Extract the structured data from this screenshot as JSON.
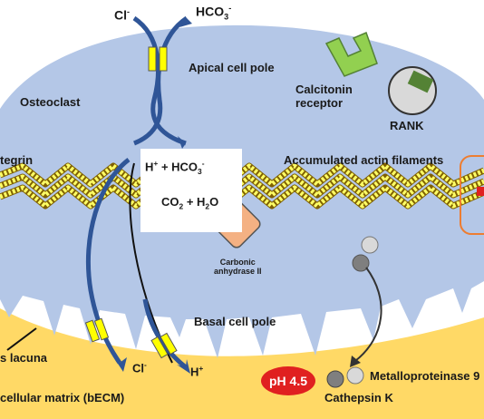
{
  "labels": {
    "cl_top": "Cl",
    "cl_top_sup": "-",
    "hco3_top": "HCO",
    "hco3_top_sub": "3",
    "hco3_top_sup": "-",
    "apical": "Apical cell pole",
    "osteoclast": "Osteoclast",
    "calcitonin_line1": "Calcitonin",
    "calcitonin_line2": "receptor",
    "rank": "RANK",
    "integrin": "tegrin",
    "actin": "Accumulated actin filaments",
    "h_hco3_h": "H",
    "h_hco3_sup1": "+",
    "h_hco3_mid": " + HCO",
    "h_hco3_sub": "3",
    "h_hco3_sup2": "-",
    "co2_co": "CO",
    "co2_sub1": "2",
    "co2_mid": " + H",
    "co2_sub2": "2",
    "co2_end": "O",
    "carbonic_line1": "Carbonic",
    "carbonic_line2": "anhydrase II",
    "basal": "Basal cell pole",
    "cl_bottom": "Cl",
    "cl_bottom_sup": "-",
    "h_bottom": "H",
    "h_bottom_sup": "+",
    "lacuna": "s lacuna",
    "matrix": "cellular matrix (bECM)",
    "ph": "pH 4.5",
    "metallo": "Metalloproteinase 9",
    "cathepsin": "Cathepsin K"
  },
  "colors": {
    "cell_fill": "#b4c7e7",
    "matrix_fill": "#ffd966",
    "lipid_head": "#ffff66",
    "arrow_blue": "#2f5597",
    "channel_yellow": "#ffff00",
    "calcitonin_green": "#92d050",
    "rank_grey": "#d9d9d9",
    "rank_green": "#548235",
    "enzyme_orange": "#f4b183",
    "ph_red": "#e02020",
    "sealing_zone_orange": "#ed7d31"
  }
}
